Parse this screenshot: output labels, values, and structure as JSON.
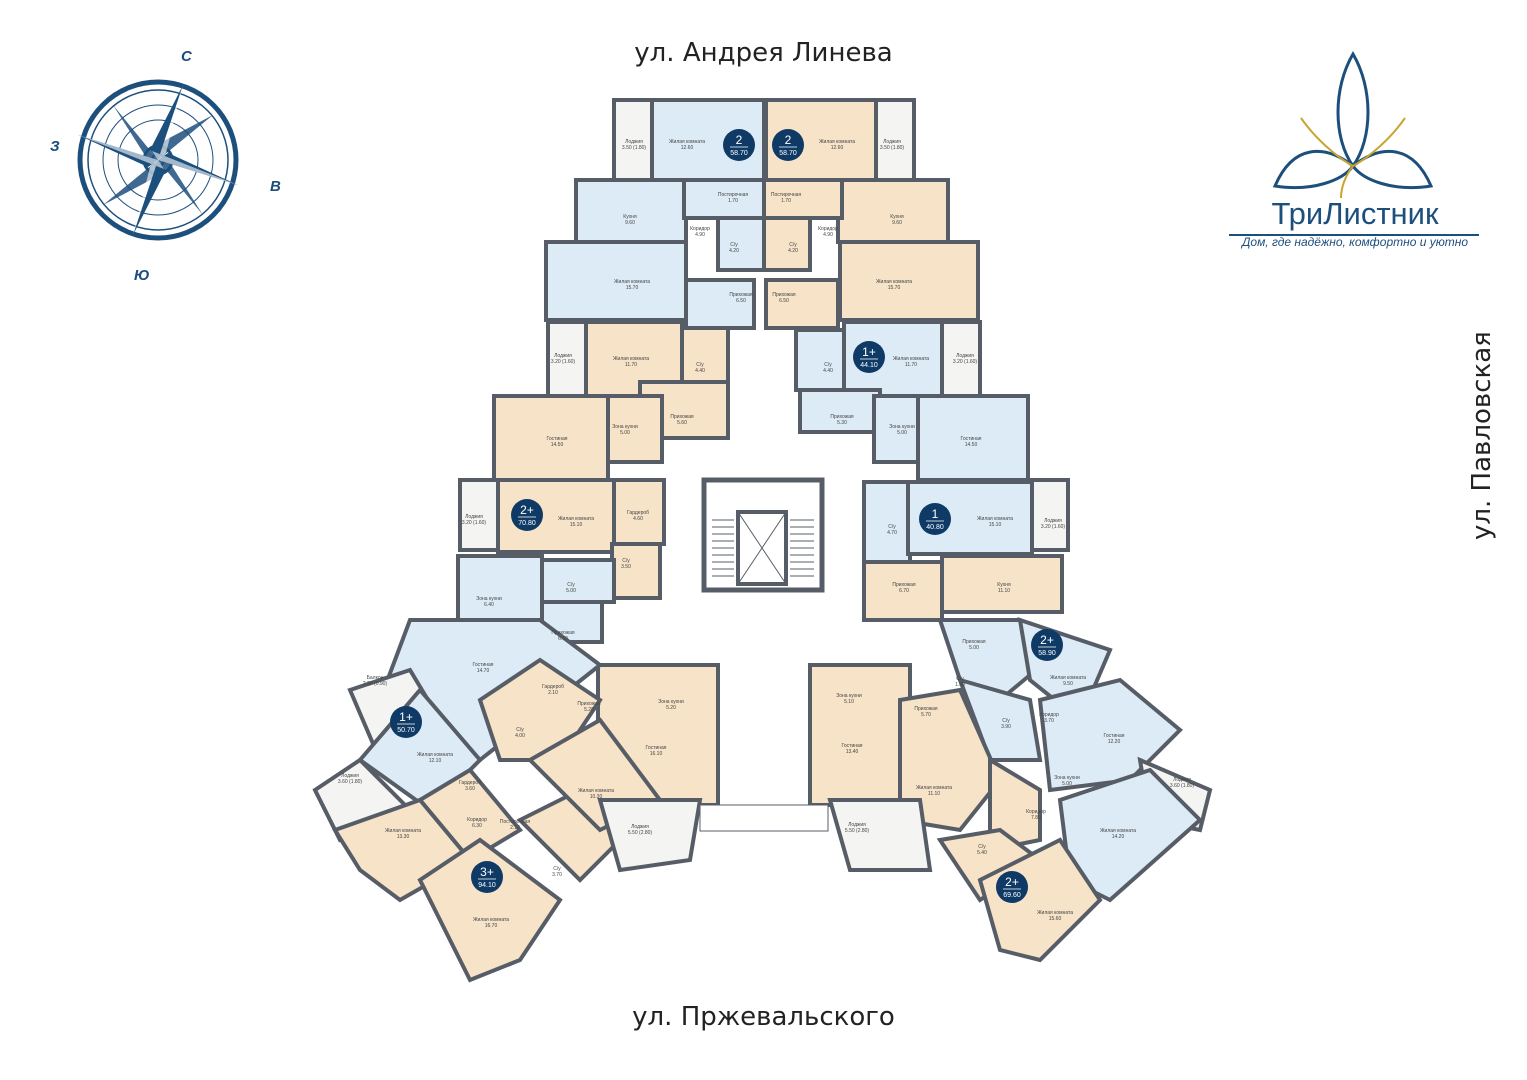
{
  "streets": {
    "top": "ул. Андрея Линева",
    "bottom": "ул. Пржевальского",
    "right": "ул. Павловская"
  },
  "compass": {
    "n": "С",
    "s": "Ю",
    "w": "З",
    "e": "В"
  },
  "logo": {
    "name": "ТриЛистник",
    "tagline": "Дом, где надёжно, комфортно и уютно",
    "icon": "trefoil-leaf-icon"
  },
  "colors": {
    "wall": "#575d66",
    "warm": "#f6e3c8",
    "cool": "#dcebf5",
    "badge": "#0f3a66",
    "balcony": "#f4f4f2"
  },
  "apartments": [
    {
      "id": "a1",
      "rooms": "2",
      "area": "58.70"
    },
    {
      "id": "a2",
      "rooms": "2",
      "area": "58.70"
    },
    {
      "id": "a3",
      "rooms": "1+",
      "area": "44.10"
    },
    {
      "id": "a4",
      "rooms": "2+",
      "area": "70.80"
    },
    {
      "id": "a5",
      "rooms": "1",
      "area": "40.80"
    },
    {
      "id": "a6",
      "rooms": "2+",
      "area": "58.90"
    },
    {
      "id": "a7",
      "rooms": "1+",
      "area": "50.70"
    },
    {
      "id": "a8",
      "rooms": "3+",
      "area": "94.10"
    },
    {
      "id": "a9",
      "rooms": "2+",
      "area": "69.60"
    }
  ],
  "rooms": [
    {
      "l": "Лоджия",
      "a": "3.50 (1.80)"
    },
    {
      "l": "Жилая комната",
      "a": "12.60"
    },
    {
      "l": "Жилая комната",
      "a": "12.60"
    },
    {
      "l": "Лоджия",
      "a": "3.50 (1.80)"
    },
    {
      "l": "Постирочная",
      "a": "1.70"
    },
    {
      "l": "Постирочная",
      "a": "1.70"
    },
    {
      "l": "Кухня",
      "a": "9.60"
    },
    {
      "l": "Кухня",
      "a": "9.60"
    },
    {
      "l": "Коридор",
      "a": "4.90"
    },
    {
      "l": "Коридор",
      "a": "4.90"
    },
    {
      "l": "С/у",
      "a": "4.20"
    },
    {
      "l": "С/у",
      "a": "4.20"
    },
    {
      "l": "Жилая комната",
      "a": "15.70"
    },
    {
      "l": "Жилая комната",
      "a": "15.70"
    },
    {
      "l": "Прихожая",
      "a": "6.50"
    },
    {
      "l": "Прихожая",
      "a": "6.50"
    },
    {
      "l": "Лоджия",
      "a": "3.20 (1.60)"
    },
    {
      "l": "Жилая комната",
      "a": "11.70"
    },
    {
      "l": "С/у",
      "a": "4.40"
    },
    {
      "l": "Прихожая",
      "a": "5.60"
    },
    {
      "l": "С/у",
      "a": "4.40"
    },
    {
      "l": "Жилая комната",
      "a": "11.70"
    },
    {
      "l": "Лоджия",
      "a": "3.20 (1.60)"
    },
    {
      "l": "Прихожая",
      "a": "5.30"
    },
    {
      "l": "Гостиная",
      "a": "14.50"
    },
    {
      "l": "Зона кухни",
      "a": "5.00"
    },
    {
      "l": "Зона кухни",
      "a": "5.00"
    },
    {
      "l": "Гостиная",
      "a": "14.50"
    },
    {
      "l": "Лоджия",
      "a": "3.20 (1.60)"
    },
    {
      "l": "Жилая комната",
      "a": "15.10"
    },
    {
      "l": "Гардероб",
      "a": "4.60"
    },
    {
      "l": "С/у",
      "a": "3.50"
    },
    {
      "l": "С/у",
      "a": "4.70"
    },
    {
      "l": "Жилая комната",
      "a": "15.10"
    },
    {
      "l": "Лоджия",
      "a": "3.20 (1.60)"
    },
    {
      "l": "Прихожая",
      "a": "6.70"
    },
    {
      "l": "Кухня",
      "a": "11.10"
    },
    {
      "l": "Зона кухни",
      "a": "6.40"
    },
    {
      "l": "С/у",
      "a": "5.00"
    },
    {
      "l": "Прихожая",
      "a": "6.00"
    },
    {
      "l": "Гостиная",
      "a": "14.70"
    },
    {
      "l": "Балкон",
      "a": "2.90 (0.90)"
    },
    {
      "l": "Гардероб",
      "a": "2.10"
    },
    {
      "l": "Прихожая",
      "a": "5.20"
    },
    {
      "l": "Зона кухни",
      "a": "5.20"
    },
    {
      "l": "С/у",
      "a": "4.00"
    },
    {
      "l": "Жилая комната",
      "a": "12.10"
    },
    {
      "l": "Гардероб",
      "a": "3.60"
    },
    {
      "l": "Гостиная",
      "a": "16.10"
    },
    {
      "l": "Жилая комната",
      "a": "10.30"
    },
    {
      "l": "Лоджия",
      "a": "5.50 (2.80)"
    },
    {
      "l": "Лоджия",
      "a": "3.60 (1.80)"
    },
    {
      "l": "Жилая комната",
      "a": "13.30"
    },
    {
      "l": "Коридор",
      "a": "6.30"
    },
    {
      "l": "Постирочная",
      "a": "2.10"
    },
    {
      "l": "С/у",
      "a": "3.70"
    },
    {
      "l": "Жилая комната",
      "a": "16.70"
    },
    {
      "l": "Прихожая",
      "a": "5.00"
    },
    {
      "l": "Жилая комната",
      "a": "9.50"
    },
    {
      "l": "С/у",
      "a": "1.80"
    },
    {
      "l": "Зона кухни",
      "a": "5.10"
    },
    {
      "l": "Прихожая",
      "a": "5.70"
    },
    {
      "l": "С/у",
      "a": "3.90"
    },
    {
      "l": "Коридор",
      "a": "3.70"
    },
    {
      "l": "Гостиная",
      "a": "12.20"
    },
    {
      "l": "Гостиная",
      "a": "13.40"
    },
    {
      "l": "Зона кухни",
      "a": "5.00"
    },
    {
      "l": "Жилая комната",
      "a": "11.10"
    },
    {
      "l": "Лоджия",
      "a": "3.60 (1.80)"
    },
    {
      "l": "Коридор",
      "a": "7.80"
    },
    {
      "l": "Лоджия",
      "a": "5.50 (2.80)"
    },
    {
      "l": "Жилая комната",
      "a": "14.20"
    },
    {
      "l": "С/у",
      "a": "5.40"
    },
    {
      "l": "Жилая комната",
      "a": "15.60"
    }
  ]
}
